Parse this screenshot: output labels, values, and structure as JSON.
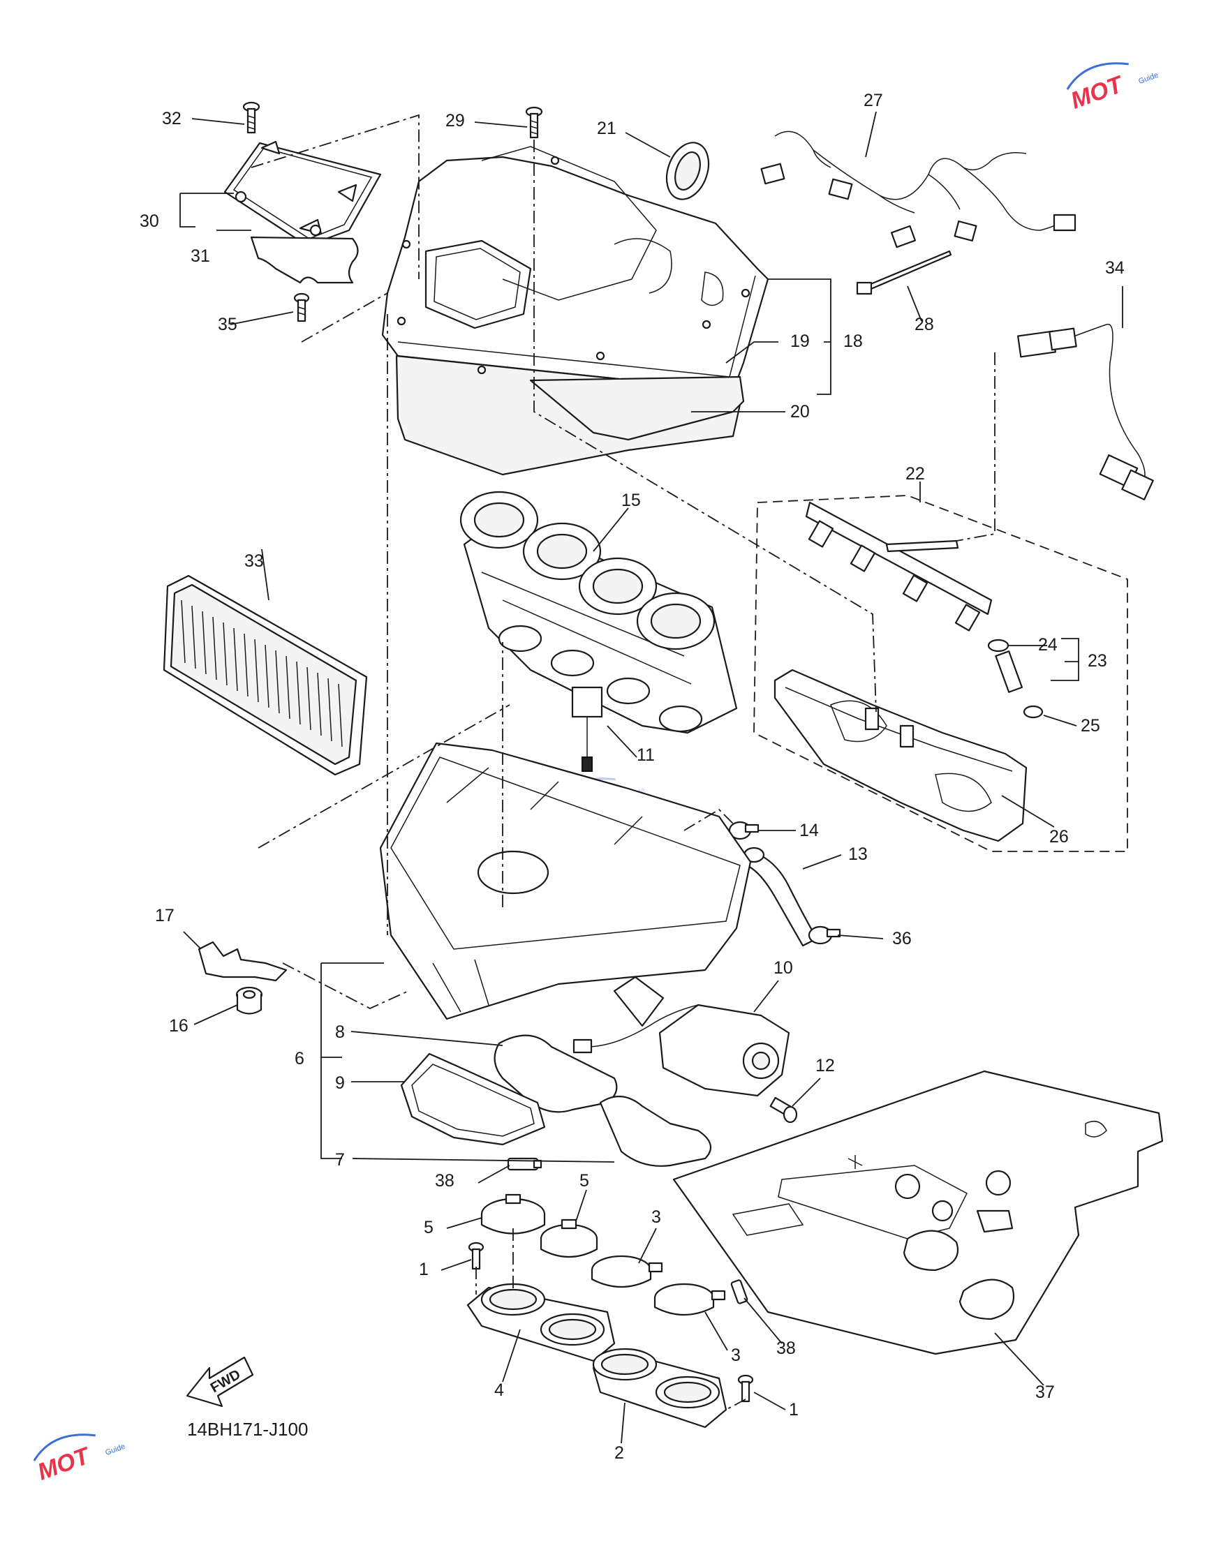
{
  "diagram": {
    "code": "14BH171-J100",
    "fwd_label": "FWD",
    "watermark": {
      "text": "MOT",
      "sub": "Guide",
      "color_primary": "#e8344a",
      "color_secondary": "#3b6fd8"
    },
    "callouts": {
      "p1a": "1",
      "p1b": "1",
      "p2": "2",
      "p3a": "3",
      "p3b": "3",
      "p4": "4",
      "p5a": "5",
      "p5b": "5",
      "p6": "6",
      "p7": "7",
      "p8": "8",
      "p9": "9",
      "p10": "10",
      "p11": "11",
      "p12": "12",
      "p13": "13",
      "p14": "14",
      "p15": "15",
      "p16": "16",
      "p17": "17",
      "p18": "18",
      "p19": "19",
      "p20": "20",
      "p21": "21",
      "p22": "22",
      "p23": "23",
      "p24": "24",
      "p25": "25",
      "p26": "26",
      "p27": "27",
      "p28": "28",
      "p29": "29",
      "p30": "30",
      "p31": "31",
      "p32": "32",
      "p33": "33",
      "p34": "34",
      "p35": "35",
      "p36": "36",
      "p37": "37",
      "p38a": "38",
      "p38b": "38"
    }
  }
}
